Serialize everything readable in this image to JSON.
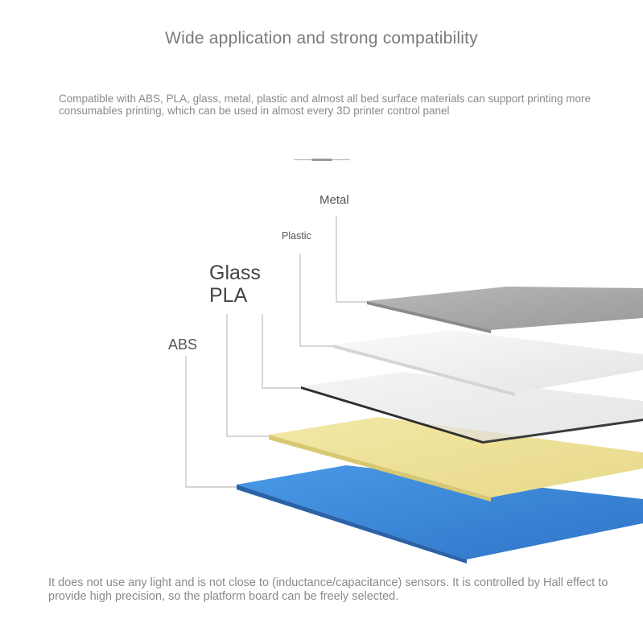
{
  "header": {
    "title": "Wide application and strong compatibility",
    "intro": "Compatible with ABS, PLA, glass, metal, plastic and almost all bed surface materials can support printing more consumables printing, which can be used in almost every 3D printer control panel"
  },
  "materials": {
    "metal": "Metal",
    "plastic": "Plastic",
    "glass": "Glass",
    "pla": "PLA",
    "abs": "ABS"
  },
  "colors": {
    "metal": "#a8a8a8",
    "plastic": "#f2f2f2",
    "glass": "#3a3a3a",
    "pla": "#f0e49a",
    "abs": "#3a86d8"
  },
  "footer": {
    "description": "It does not use any light and is not close to (inductance/capacitance) sensors. It is controlled by Hall effect to provide high precision, so the platform board can be freely selected."
  }
}
